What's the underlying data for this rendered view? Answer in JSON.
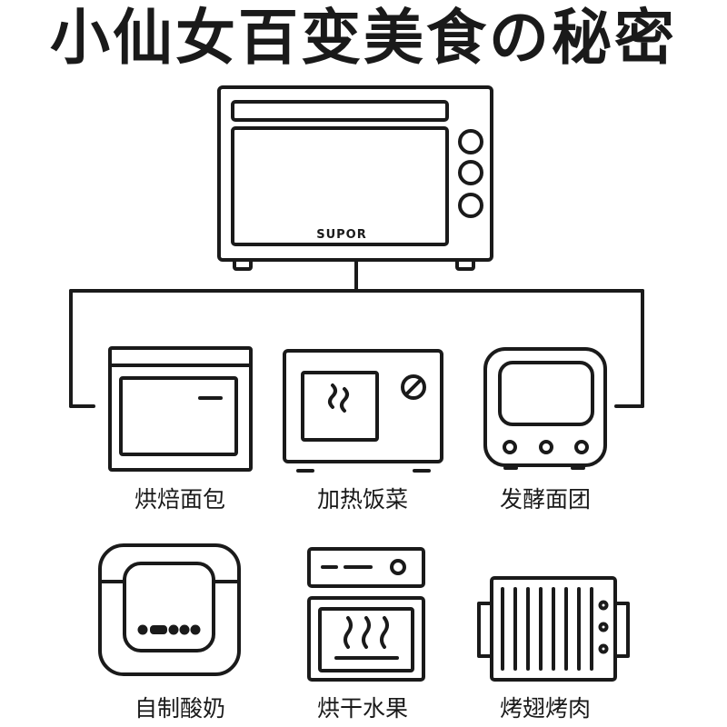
{
  "title": "小仙女百变美食の秘密",
  "brand": "SUPOR",
  "functions": [
    {
      "label": "烘焙面包",
      "icon": "bread-oven-icon"
    },
    {
      "label": "加热饭菜",
      "icon": "microwave-icon"
    },
    {
      "label": "发酵面团",
      "icon": "proofing-box-icon"
    },
    {
      "label": "自制酸奶",
      "icon": "yogurt-maker-icon"
    },
    {
      "label": "烘干水果",
      "icon": "dehydrator-icon"
    },
    {
      "label": "烤翅烤肉",
      "icon": "grill-icon"
    }
  ],
  "colors": {
    "line": "#1a1a1a",
    "background": "#ffffff"
  }
}
